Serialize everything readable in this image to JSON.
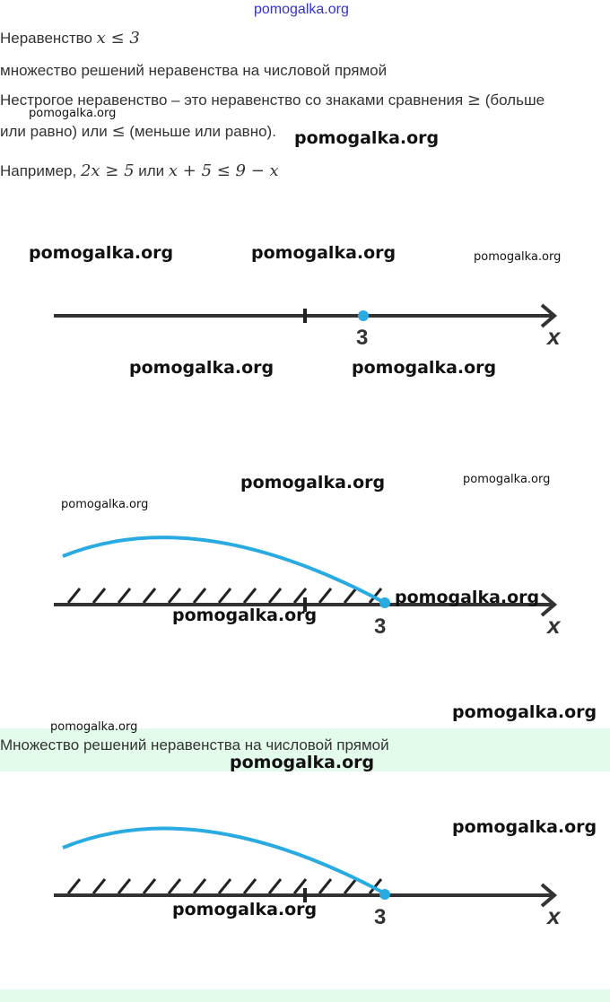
{
  "header_watermark": "pomogalka.org",
  "lines": {
    "l1_text": "Неравенство ",
    "l1_math": "x ≤ 3",
    "l2": "множество решений неравенства на числовой прямой",
    "l3a": "Нестрогое неравенство – это неравенство со знаками сравнения ",
    "l3_ge": "≥",
    "l3b": " (больше",
    "l4a": "или равно) или ",
    "l4_le": "≤",
    "l4b": " (меньше или равно).",
    "l5a": "Например, ",
    "l5_m1": "2x ≥ 5",
    "l5b": " или ",
    "l5_m2": "x + 5 ≤ 9 − x"
  },
  "band_text": "Множество решений неравенства на числовой прямой",
  "axis": {
    "point_label": "3",
    "axis_label": "x"
  },
  "watermark": "pomogalka.org",
  "colors": {
    "accent": "#29abe2",
    "band": "#e3fbea",
    "header_watermark": "#3333cc"
  }
}
